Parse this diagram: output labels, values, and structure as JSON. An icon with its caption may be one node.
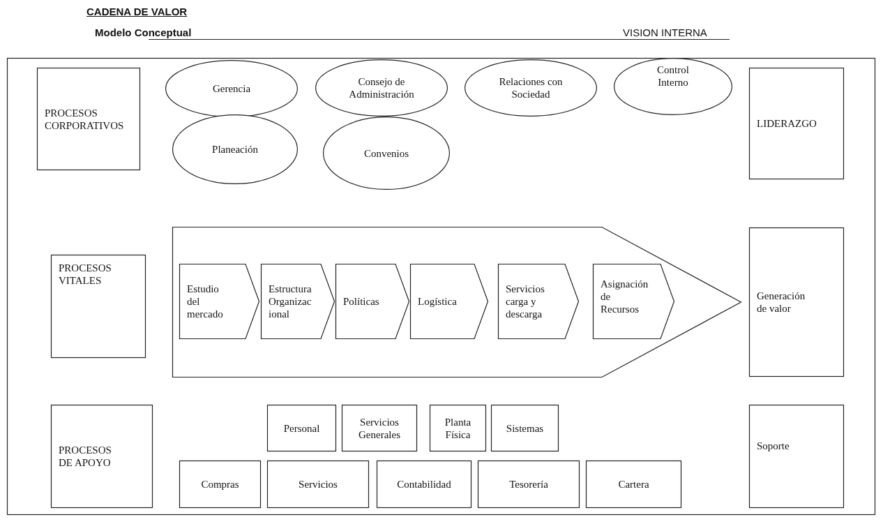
{
  "diagram": {
    "title": "CADENA DE VALOR",
    "nodes": [
      {
        "text": [],
        "shape": "box"
      },
      {
        "text": [
          "PROCESOS CORPORATIVOS"
        ],
        "in": 0
      },
      {
        "text": [
          "Gerencia"
        ],
        "in": 0
      },
      {
        "text": [
          "Consejo de Administración"
        ],
        "in": 0
      },
      {
        "text": [
          "Relaciones con Sociedad"
        ],
        "in": 0
      },
      {
        "text": [
          "Control Interno"
        ],
        "in": 0
      },
      {
        "text": [
          "Planeación"
        ],
        "in": 0
      },
      {
        "text": [
          "Convenios"
        ],
        "in": 0
      },
      {
        "text": [
          "LIDERAZGO"
        ],
        "in": 0
      },
      {
        "text": [
          "PROCESOS VITALES"
        ],
        "in": 0
      },
      {
        "text": [],
        "shape": "arrow",
        "in": 0
      },
      {
        "text": [
          "Estudio del mercado"
        ],
        "in": 10
      },
      {
        "text": [
          "Estructura Organizac ional"
        ],
        "in": 10
      },
      {
        "text": [
          "Políticas"
        ],
        "in": 10
      },
      {
        "text": [
          "Logística"
        ],
        "in": 10
      },
      {
        "text": [
          "Servicios carga y descarga"
        ],
        "in": 10
      },
      {
        "text": [
          "Asignación de Recursos"
        ],
        "in": 10
      },
      {
        "text": [
          "Generación de valor"
        ],
        "in": 0
      },
      {
        "text": [
          "PROCESOS DE APOYO"
        ],
        "in": 0
      },
      {
        "text": [
          "Personal"
        ],
        "in": 0
      },
      {
        "text": [
          "Servicios Generales"
        ],
        "in": 0
      },
      {
        "text": [
          "Planta Física"
        ],
        "in": 0
      },
      {
        "text": [
          "Sistemas"
        ],
        "in": 0
      },
      {
        "text": [
          "Compras"
        ],
        "in": 0
      },
      {
        "text": [
          "Servicios"
        ],
        "in": 0
      },
      {
        "text": [
          "Contabilidad"
        ],
        "in": 0
      },
      {
        "text": [
          "Tesorería"
        ],
        "in": 0
      },
      {
        "text": [
          "Cartera"
        ],
        "in": 0
      },
      {
        "text": [
          "Soporte"
        ],
        "in": 0
      }
    ],
    "edges": [],
    "labels": [
      "Modelo Conceptual",
      "VISION INTERNA"
    ]
  }
}
